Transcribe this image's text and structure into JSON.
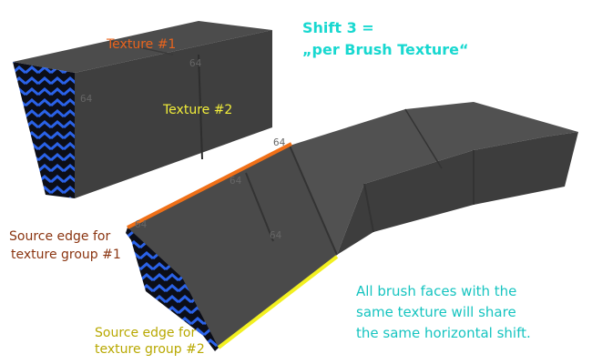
{
  "labels": {
    "texture1": "Texture #1",
    "texture2": "Texture #2",
    "heading_line1": "Shift 3 =",
    "heading_line2": "„per Brush Texture“",
    "source1_line1": "Source edge for",
    "source1_line2": "texture group #1",
    "source2_line1": "Source edge for",
    "source2_line2": "texture group #2",
    "note_line1": "All brush faces with the",
    "note_line2": "same texture will share",
    "note_line3": "the same horizontal shift."
  },
  "grid_marks": [
    "64",
    "64",
    "64",
    "64",
    "64",
    "64"
  ],
  "colors": {
    "texture1": "#e8641e",
    "texture2": "#f2ee3a",
    "heading": "#18d8d0",
    "source1": "#8a3410",
    "source2": "#b8a800",
    "note": "#16c4c0",
    "edge1": "#f07018",
    "edge2": "#f2f020",
    "face_dark": "#3e3e3e",
    "face_mid": "#4a4a4a",
    "face_light": "#575757",
    "chevron_blue": "#2a62e8"
  }
}
